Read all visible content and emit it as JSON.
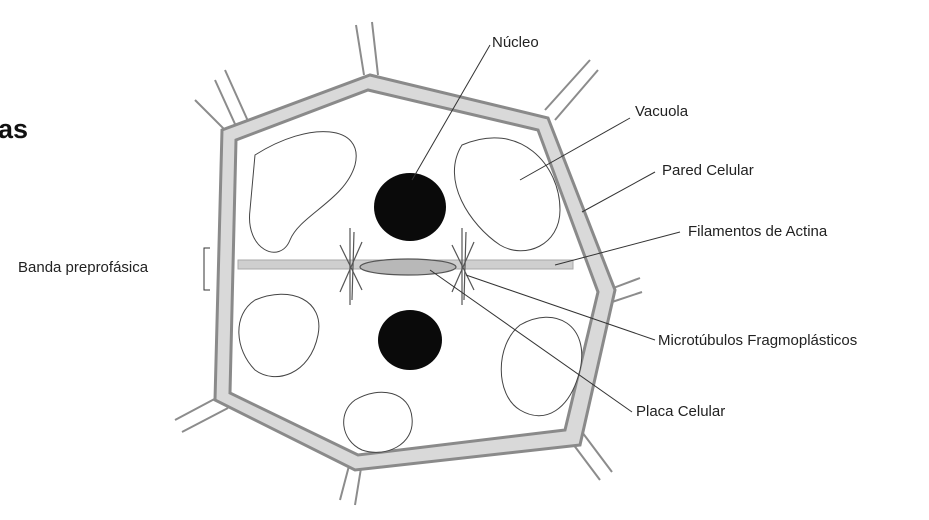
{
  "fragment_text": "as",
  "labels": {
    "nucleo": "Núcleo",
    "vacuola": "Vacuola",
    "pared": "Pared Celular",
    "actina": "Filamentos de Actina",
    "banda": "Banda preprofásica",
    "microtubulos": "Microtúbulos Fragmoplásticos",
    "placa": "Placa Celular"
  },
  "colors": {
    "wall": "#9a9a9a",
    "wall_fill": "#d9d9d9",
    "nucleus": "#0a0a0a",
    "band": "#cfcfcf",
    "line": "#333333"
  }
}
